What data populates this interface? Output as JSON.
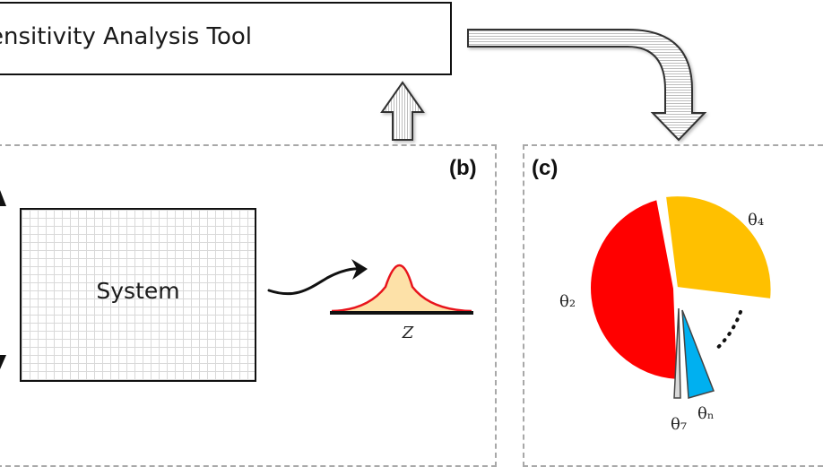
{
  "tool": {
    "title": "ensitivity Analysis Tool"
  },
  "panel_b": {
    "label": "(b)",
    "system_label": "System",
    "variable_label": "Z"
  },
  "panel_c": {
    "label": "(c)",
    "slices": [
      {
        "label": "θ₄",
        "color": "#ffc000"
      },
      {
        "label": "θ₂",
        "color": "#ff0000"
      },
      {
        "label": "θ₇",
        "color": "#d9d9d9"
      },
      {
        "label": "θₙ",
        "color": "#00b0f0"
      }
    ]
  },
  "icons": [
    "up-arrow-icon",
    "curved-arrow-icon",
    "arrow-icon"
  ],
  "colors": {
    "distribution_fill": "#fde1a8",
    "distribution_line": "#e8141c"
  }
}
